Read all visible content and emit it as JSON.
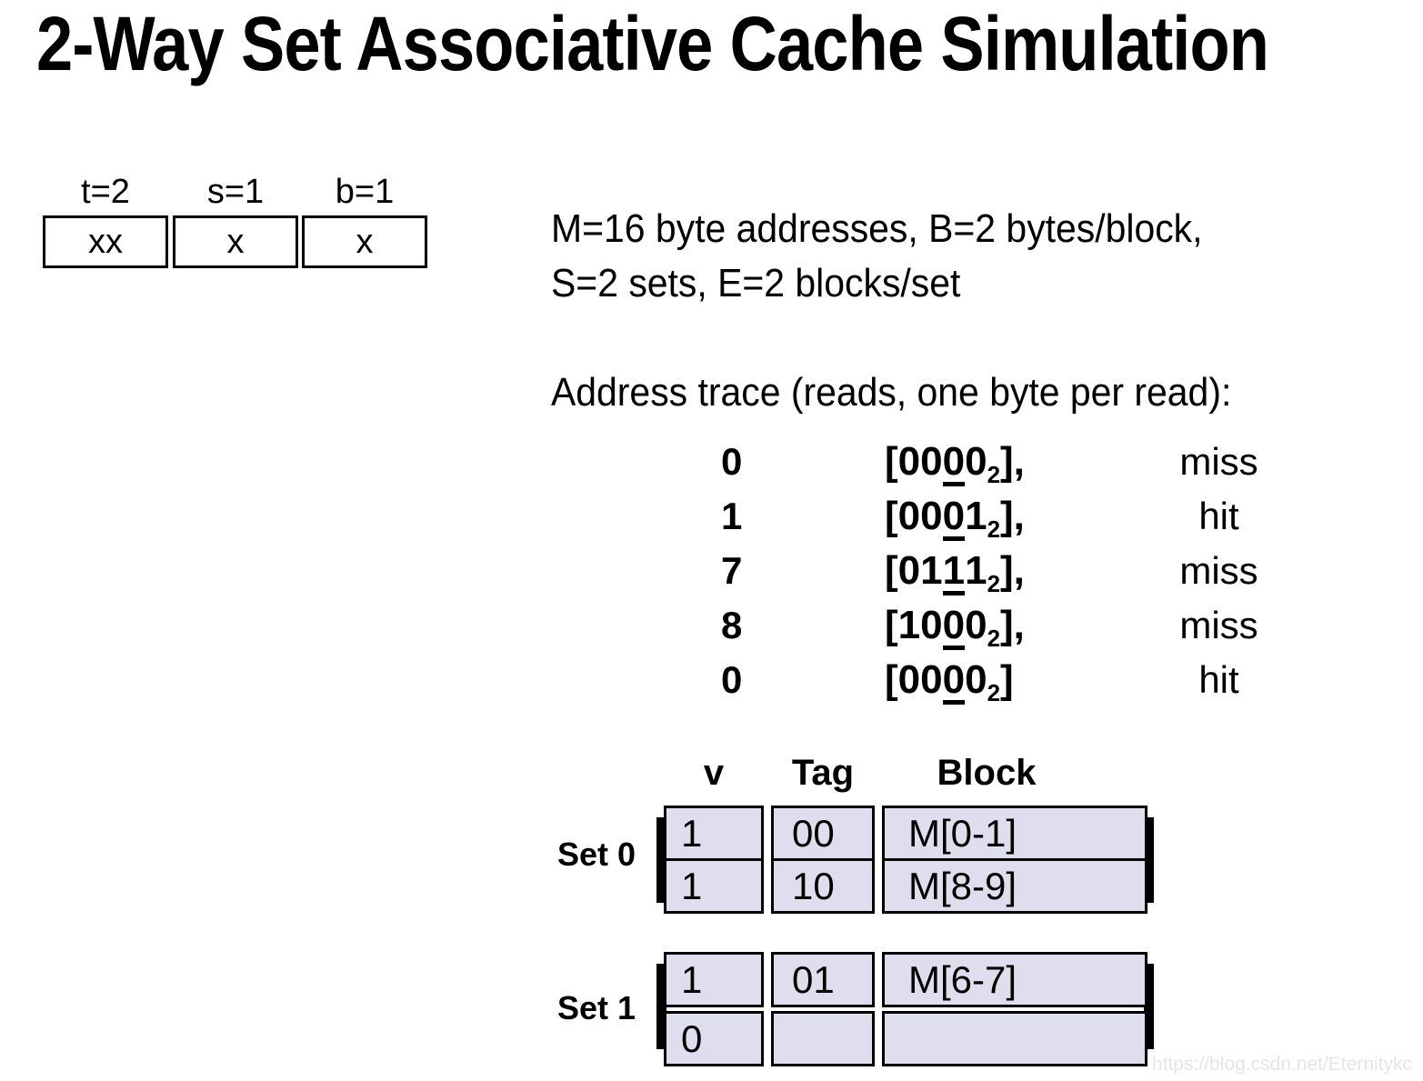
{
  "title": "2-Way Set Associative Cache Simulation",
  "bitfield": {
    "labels": [
      "t=2",
      "s=1",
      "b=1"
    ],
    "cells": [
      "xx",
      "x",
      "x"
    ]
  },
  "params": {
    "line1": "M=16 byte addresses, B=2 bytes/block,",
    "line2": "S=2 sets, E=2 blocks/set"
  },
  "trace": {
    "heading": "Address trace (reads, one byte per read):",
    "rows": [
      {
        "address": "0",
        "pre": "[00",
        "set_bit": "0",
        "post": "0",
        "sub": "2",
        "close": "],",
        "result": "miss"
      },
      {
        "address": "1",
        "pre": "[00",
        "set_bit": "0",
        "post": "1",
        "sub": "2",
        "close": "],",
        "result": "hit"
      },
      {
        "address": "7",
        "pre": "[01",
        "set_bit": "1",
        "post": "1",
        "sub": "2",
        "close": "],",
        "result": "miss"
      },
      {
        "address": "8",
        "pre": "[10",
        "set_bit": "0",
        "post": "0",
        "sub": "2",
        "close": "],",
        "result": "miss"
      },
      {
        "address": "0",
        "pre": "[00",
        "set_bit": "0",
        "post": "0",
        "sub": "2",
        "close": "]",
        "result": "hit"
      }
    ]
  },
  "cache_table": {
    "headers": [
      "v",
      "Tag",
      "Block"
    ],
    "sets": [
      {
        "label": "Set 0",
        "rows": [
          [
            "1",
            "00",
            "M[0-1]"
          ],
          [
            "1",
            "10",
            "M[8-9]"
          ]
        ]
      },
      {
        "label": "Set 1",
        "rows": [
          [
            "1",
            "01",
            "M[6-7]"
          ],
          [
            "0",
            "",
            ""
          ]
        ]
      }
    ]
  },
  "watermark": "https://blog.csdn.net/Eternitykc",
  "colors": {
    "cell_background": "#dedeef",
    "border": "#000000",
    "text": "#000000",
    "watermark": "#e5e5e5"
  }
}
